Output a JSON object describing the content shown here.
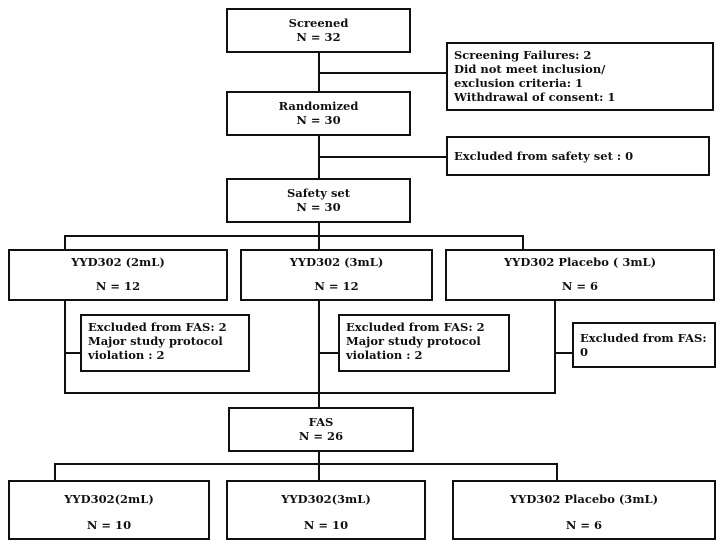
{
  "screened": {
    "title": "Screened",
    "n": "N = 32"
  },
  "screening_failures": [
    "Screening Failures: 2",
    "Did not meet inclusion/",
    "exclusion criteria: 1",
    "Withdrawal of consent: 1"
  ],
  "randomized": {
    "title": "Randomized",
    "n": "N = 30"
  },
  "excluded_safety": "Excluded from safety set : 0",
  "safety_set": {
    "title": "Safety set",
    "n": "N = 30"
  },
  "groups": [
    {
      "title": "YYD302 (2mL)",
      "n": "N = 12"
    },
    {
      "title": "YYD302 (3mL)",
      "n": "N = 12"
    },
    {
      "title": "YYD302 Placebo ( 3mL)",
      "n": "N = 6"
    }
  ],
  "fas_exclusions": [
    [
      "Excluded from FAS: 2",
      "Major study protocol",
      "violation : 2"
    ],
    [
      "Excluded from FAS: 2",
      "Major study protocol",
      "violation : 2"
    ],
    [
      "Excluded from FAS: 0"
    ]
  ],
  "fas": {
    "title": "FAS",
    "n": "N = 26"
  },
  "fas_groups": [
    {
      "title": "YYD302(2mL)",
      "n": "N = 10"
    },
    {
      "title": "YYD302(3mL)",
      "n": "N = 10"
    },
    {
      "title": "YYD302 Placebo (3mL)",
      "n": "N = 6"
    }
  ]
}
